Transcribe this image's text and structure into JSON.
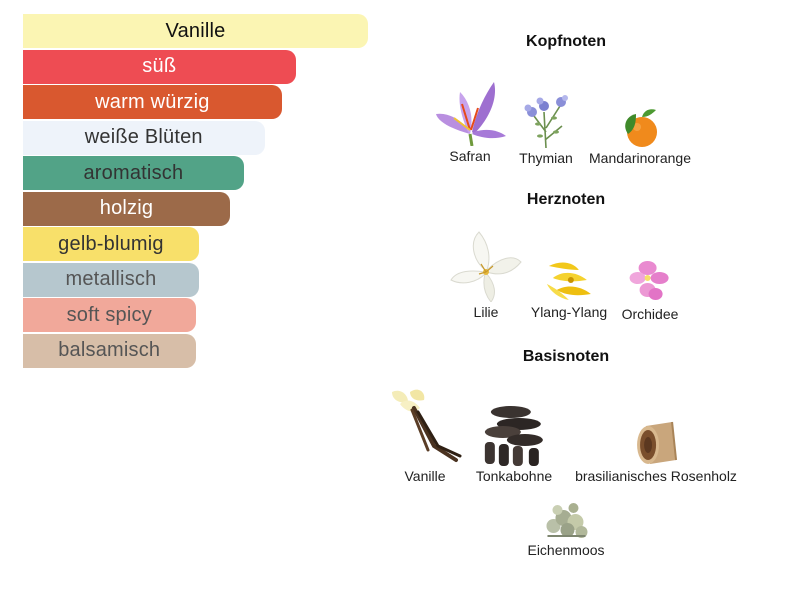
{
  "accords": [
    {
      "label": "Vanille",
      "color": "#fbf5b3",
      "text_color": "#111111",
      "width_pct": 100
    },
    {
      "label": "süß",
      "color": "#ee4c53",
      "text_color": "#ffffff",
      "width_pct": 79
    },
    {
      "label": "warm würzig",
      "color": "#d9582f",
      "text_color": "#ffffff",
      "width_pct": 75
    },
    {
      "label": "weiße Blüten",
      "color": "#eef3fa",
      "text_color": "#333333",
      "width_pct": 70
    },
    {
      "label": "aromatisch",
      "color": "#52a387",
      "text_color": "#333333",
      "width_pct": 64
    },
    {
      "label": "holzig",
      "color": "#9c6a49",
      "text_color": "#ffffff",
      "width_pct": 60
    },
    {
      "label": "gelb-blumig",
      "color": "#f8e06a",
      "text_color": "#333333",
      "width_pct": 51
    },
    {
      "label": "metallisch",
      "color": "#b6c7ce",
      "text_color": "#555555",
      "width_pct": 51
    },
    {
      "label": "soft spicy",
      "color": "#f1a89a",
      "text_color": "#555555",
      "width_pct": 50
    },
    {
      "label": "balsamisch",
      "color": "#d7bea8",
      "text_color": "#555555",
      "width_pct": 50
    }
  ],
  "pyramid": {
    "top": {
      "title": "Kopfnoten",
      "notes": [
        {
          "label": "Safran",
          "icon": "saffron-icon"
        },
        {
          "label": "Thymian",
          "icon": "thyme-icon"
        },
        {
          "label": "Mandarinorange",
          "icon": "mandarin-orange-icon"
        }
      ]
    },
    "heart": {
      "title": "Herznoten",
      "notes": [
        {
          "label": "Lilie",
          "icon": "lily-icon"
        },
        {
          "label": "Ylang-Ylang",
          "icon": "ylang-ylang-icon"
        },
        {
          "label": "Orchidee",
          "icon": "orchid-icon"
        }
      ]
    },
    "base": {
      "title": "Basisnoten",
      "notes": [
        {
          "label": "Vanille",
          "icon": "vanilla-icon"
        },
        {
          "label": "Tonkabohne",
          "icon": "tonka-bean-icon"
        },
        {
          "label": "brasilianisches Rosenholz",
          "icon": "rosewood-icon"
        },
        {
          "label": "Eichenmoos",
          "icon": "oakmoss-icon"
        }
      ]
    }
  }
}
